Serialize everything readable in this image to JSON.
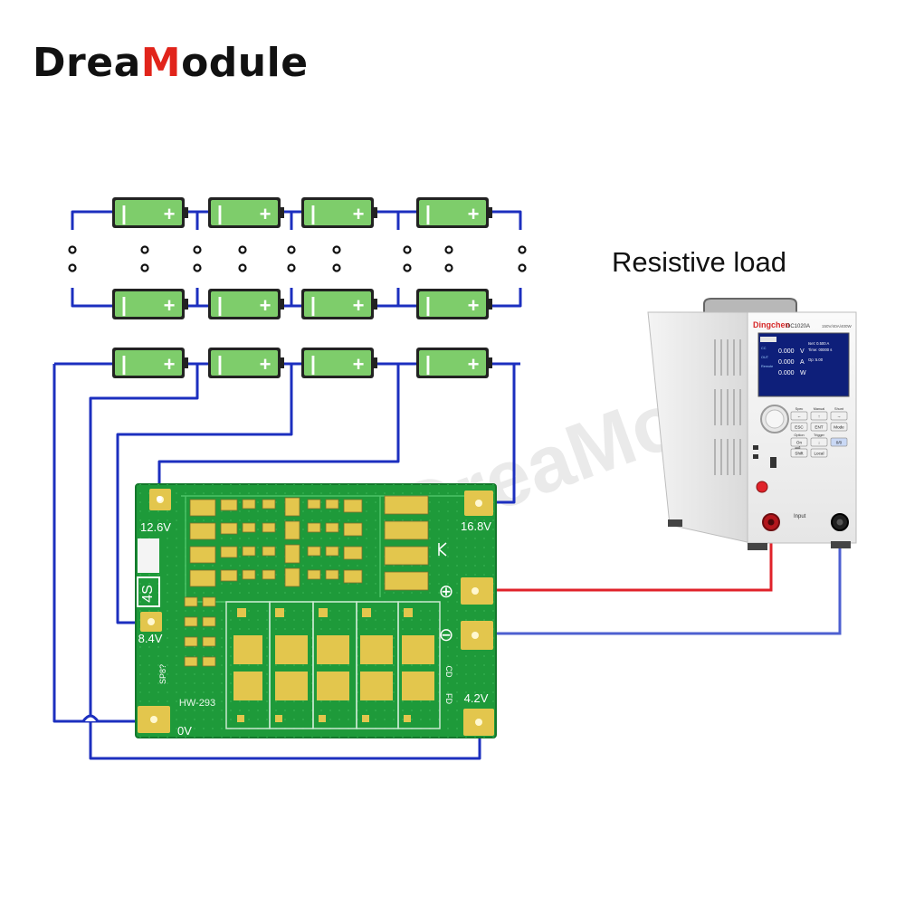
{
  "brand": {
    "prefix": "Drea",
    "accent": "M",
    "suffix": "odule"
  },
  "watermark": "DreaModule",
  "load_title": "Resistive load",
  "battery": {
    "minus": "−",
    "plus": "+"
  },
  "board": {
    "model": "HW-293",
    "cells_label": "4S",
    "pads": {
      "v126": "12.6V",
      "v168": "16.8V",
      "v84": "8.4V",
      "v42": "4.2V",
      "v0": "0V"
    },
    "plus_symbol": "⊕",
    "minus_symbol": "⊖",
    "chip_text": "SP8?",
    "cd_label": "CD",
    "fd_label": "FD"
  },
  "load": {
    "brand": "Dingchen",
    "model": "DC1020A",
    "spec": "150V/40A/400W",
    "readings": [
      {
        "value": "0.000",
        "unit": "V"
      },
      {
        "value": "0.000",
        "unit": "A"
      },
      {
        "value": "0.000",
        "unit": "W"
      }
    ],
    "side": [
      "Iset: 0.500 A",
      "Time: 00000 s",
      "Op: 5.00"
    ],
    "mode_tags": [
      "CC",
      "OUT",
      "Remote"
    ],
    "keys": [
      [
        "Spec",
        "Manual",
        "Shunt"
      ],
      [
        "←",
        "↑",
        "→"
      ],
      [
        "ESC",
        "ENT",
        "Mode"
      ],
      [
        "Option",
        "Trigger",
        ""
      ],
      [
        "On",
        "↓",
        "0/0"
      ],
      [
        "Shift",
        "Local",
        ""
      ]
    ],
    "input_label": "Input"
  },
  "colors": {
    "wire_blue": "#1c2fbf",
    "wire_red": "#e0222a",
    "wire_gray_blue": "#4d5fd0",
    "cell": "#7ecd6b",
    "board": "#1e9a3a"
  }
}
